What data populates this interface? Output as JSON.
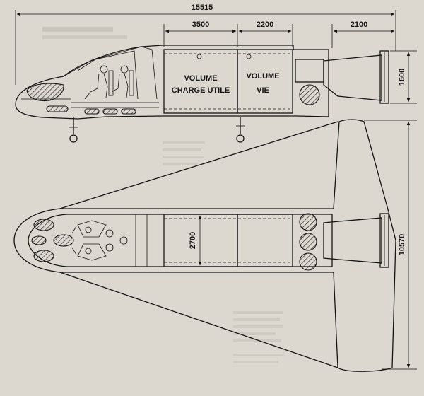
{
  "dimensions": {
    "overall_length": "15515",
    "payload_length": "3500",
    "life_length": "2200",
    "engine_length": "2100",
    "engine_height": "1600",
    "cabin_width": "2700",
    "wingspan": "10570"
  },
  "labels": {
    "payload_line1": "VOLUME",
    "payload_line2": "CHARGE UTILE",
    "life_line1": "VOLUME",
    "life_line2": "VIE"
  },
  "colors": {
    "paper": "#dcd8d0",
    "ink": "#151515"
  }
}
